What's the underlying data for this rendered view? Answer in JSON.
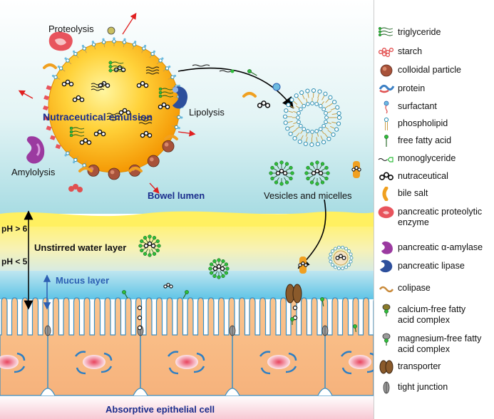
{
  "labels": {
    "proteolysis": "Proteolysis",
    "emulsion": "Nutraceutical emulsion",
    "lipolysis": "Lipolysis",
    "amylolysis": "Amylolysis",
    "bowel_lumen": "Bowel lumen",
    "vesicles": "Vesicles and micelles",
    "ph_high": "pH > 6",
    "ph_low": "pH < 5",
    "unstirred": "Unstirred water layer",
    "mucus": "Mucus layer",
    "epithelial": "Absorptive epithelial cell"
  },
  "legend": [
    {
      "icon": "triglyceride-icon",
      "label": "triglyceride"
    },
    {
      "icon": "starch-icon",
      "label": "starch"
    },
    {
      "icon": "colloidal-particle-icon",
      "label": "colloidal particle"
    },
    {
      "icon": "protein-icon",
      "label": "protein"
    },
    {
      "icon": "surfactant-icon",
      "label": "surfactant"
    },
    {
      "icon": "phospholipid-icon",
      "label": "phospholipid"
    },
    {
      "icon": "free-fatty-acid-icon",
      "label": "free fatty acid"
    },
    {
      "icon": "monoglyceride-icon",
      "label": "monoglyceride"
    },
    {
      "icon": "nutraceutical-icon",
      "label": "nutraceutical"
    },
    {
      "icon": "bile-salt-icon",
      "label": "bile salt"
    },
    {
      "icon": "proteolytic-enzyme-icon",
      "label": "pancreatic proteolytic",
      "label2": "enzyme"
    },
    {
      "icon": "amylase-icon",
      "label": "pancreatic α-amylase"
    },
    {
      "icon": "lipase-icon",
      "label": "pancreatic lipase"
    },
    {
      "icon": "colipase-icon",
      "label": "colipase"
    },
    {
      "icon": "calcium-complex-icon",
      "label": "calcium-free fatty",
      "label2": "acid complex"
    },
    {
      "icon": "magnesium-complex-icon",
      "label": "magnesium-free fatty",
      "label2": "acid complex"
    },
    {
      "icon": "transporter-icon",
      "label": "transporter"
    },
    {
      "icon": "tight-junction-icon",
      "label": "tight junction"
    }
  ],
  "colors": {
    "lumen_top": "#ffffff",
    "lumen_bottom": "#b9e2e8",
    "mucus": "#d9eef7",
    "unstirred": "#ffe866",
    "cell_fill": "#f9c28a",
    "emulsion": "#ffb300",
    "label_blue": "#1a2d8c",
    "arrow_red": "#e02020"
  }
}
